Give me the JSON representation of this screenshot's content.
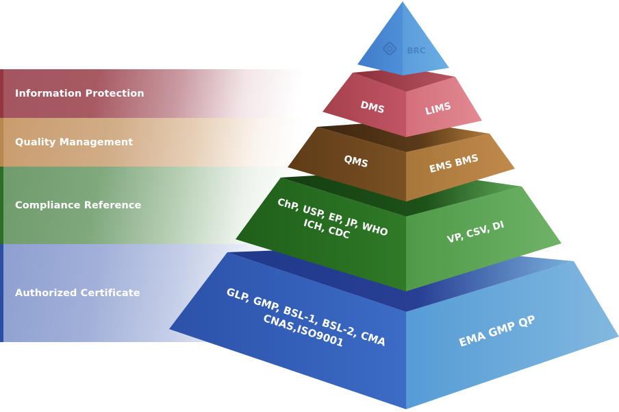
{
  "categories": [
    {
      "id": "info",
      "label": "Information Protection",
      "color": "#923640"
    },
    {
      "id": "quality",
      "label": "Quality Management",
      "color": "#b8894f"
    },
    {
      "id": "compliance",
      "label": "Compliance Reference",
      "color": "#2c6e25"
    },
    {
      "id": "cert",
      "label": "Authorized Certificate",
      "color": "#2c4fa5"
    }
  ],
  "pyramid": {
    "apex": {
      "logo_text": "BRC"
    },
    "tiers": [
      {
        "name": "information-protection",
        "left_lines": [
          "DMS"
        ],
        "right_lines": [
          "LIMS"
        ]
      },
      {
        "name": "quality-management",
        "left_lines": [
          "QMS"
        ],
        "right_lines": [
          "EMS BMS"
        ]
      },
      {
        "name": "compliance-reference",
        "left_lines": [
          "ChP, USP, EP, JP, WHO",
          "ICH, CDC"
        ],
        "right_lines": [
          "VP, CSV, DI"
        ]
      },
      {
        "name": "authorized-certificate",
        "left_lines": [
          "GLP, GMP, BSL-1, BSL-2, CMA",
          "CNAS,ISO9001"
        ],
        "right_lines": [
          "EMA GMP QP"
        ]
      }
    ]
  }
}
